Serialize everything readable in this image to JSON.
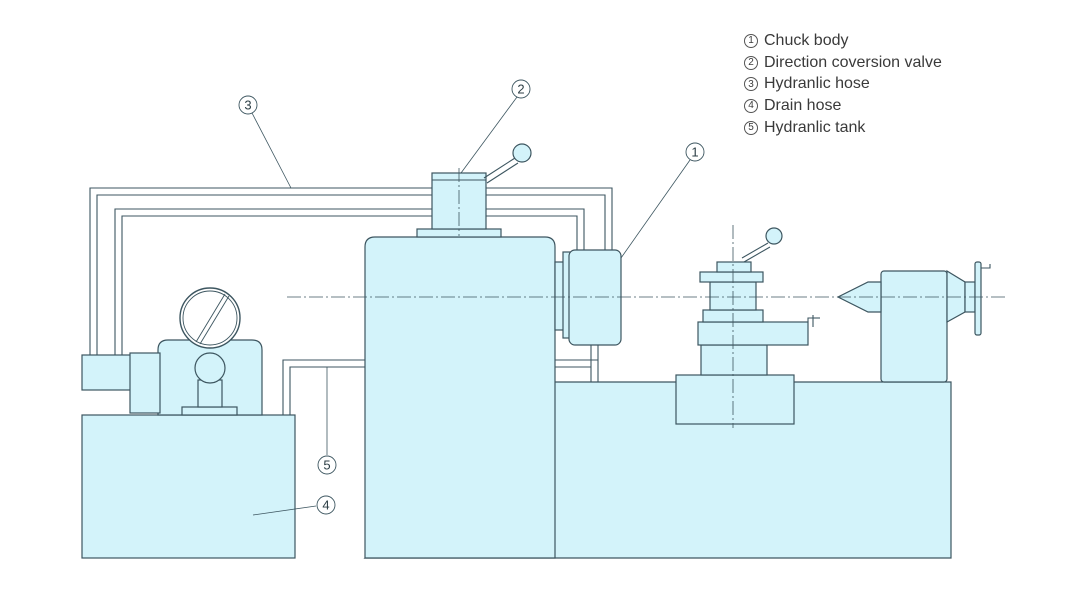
{
  "legend": [
    {
      "num": "1",
      "text": "Chuck body"
    },
    {
      "num": "2",
      "text": "Direction coversion valve"
    },
    {
      "num": "3",
      "text": "Hydranlic hose"
    },
    {
      "num": "4",
      "text": "Drain hose"
    },
    {
      "num": "5",
      "text": "Hydranlic tank"
    }
  ],
  "callouts": {
    "chuck_body": "1",
    "valve": "2",
    "hydraulic_hose": "3",
    "drain_hose": "4",
    "tank": "5"
  },
  "colors": {
    "fill": "#d3f3fa",
    "line": "#3d5660",
    "text": "#3a3a3a"
  }
}
